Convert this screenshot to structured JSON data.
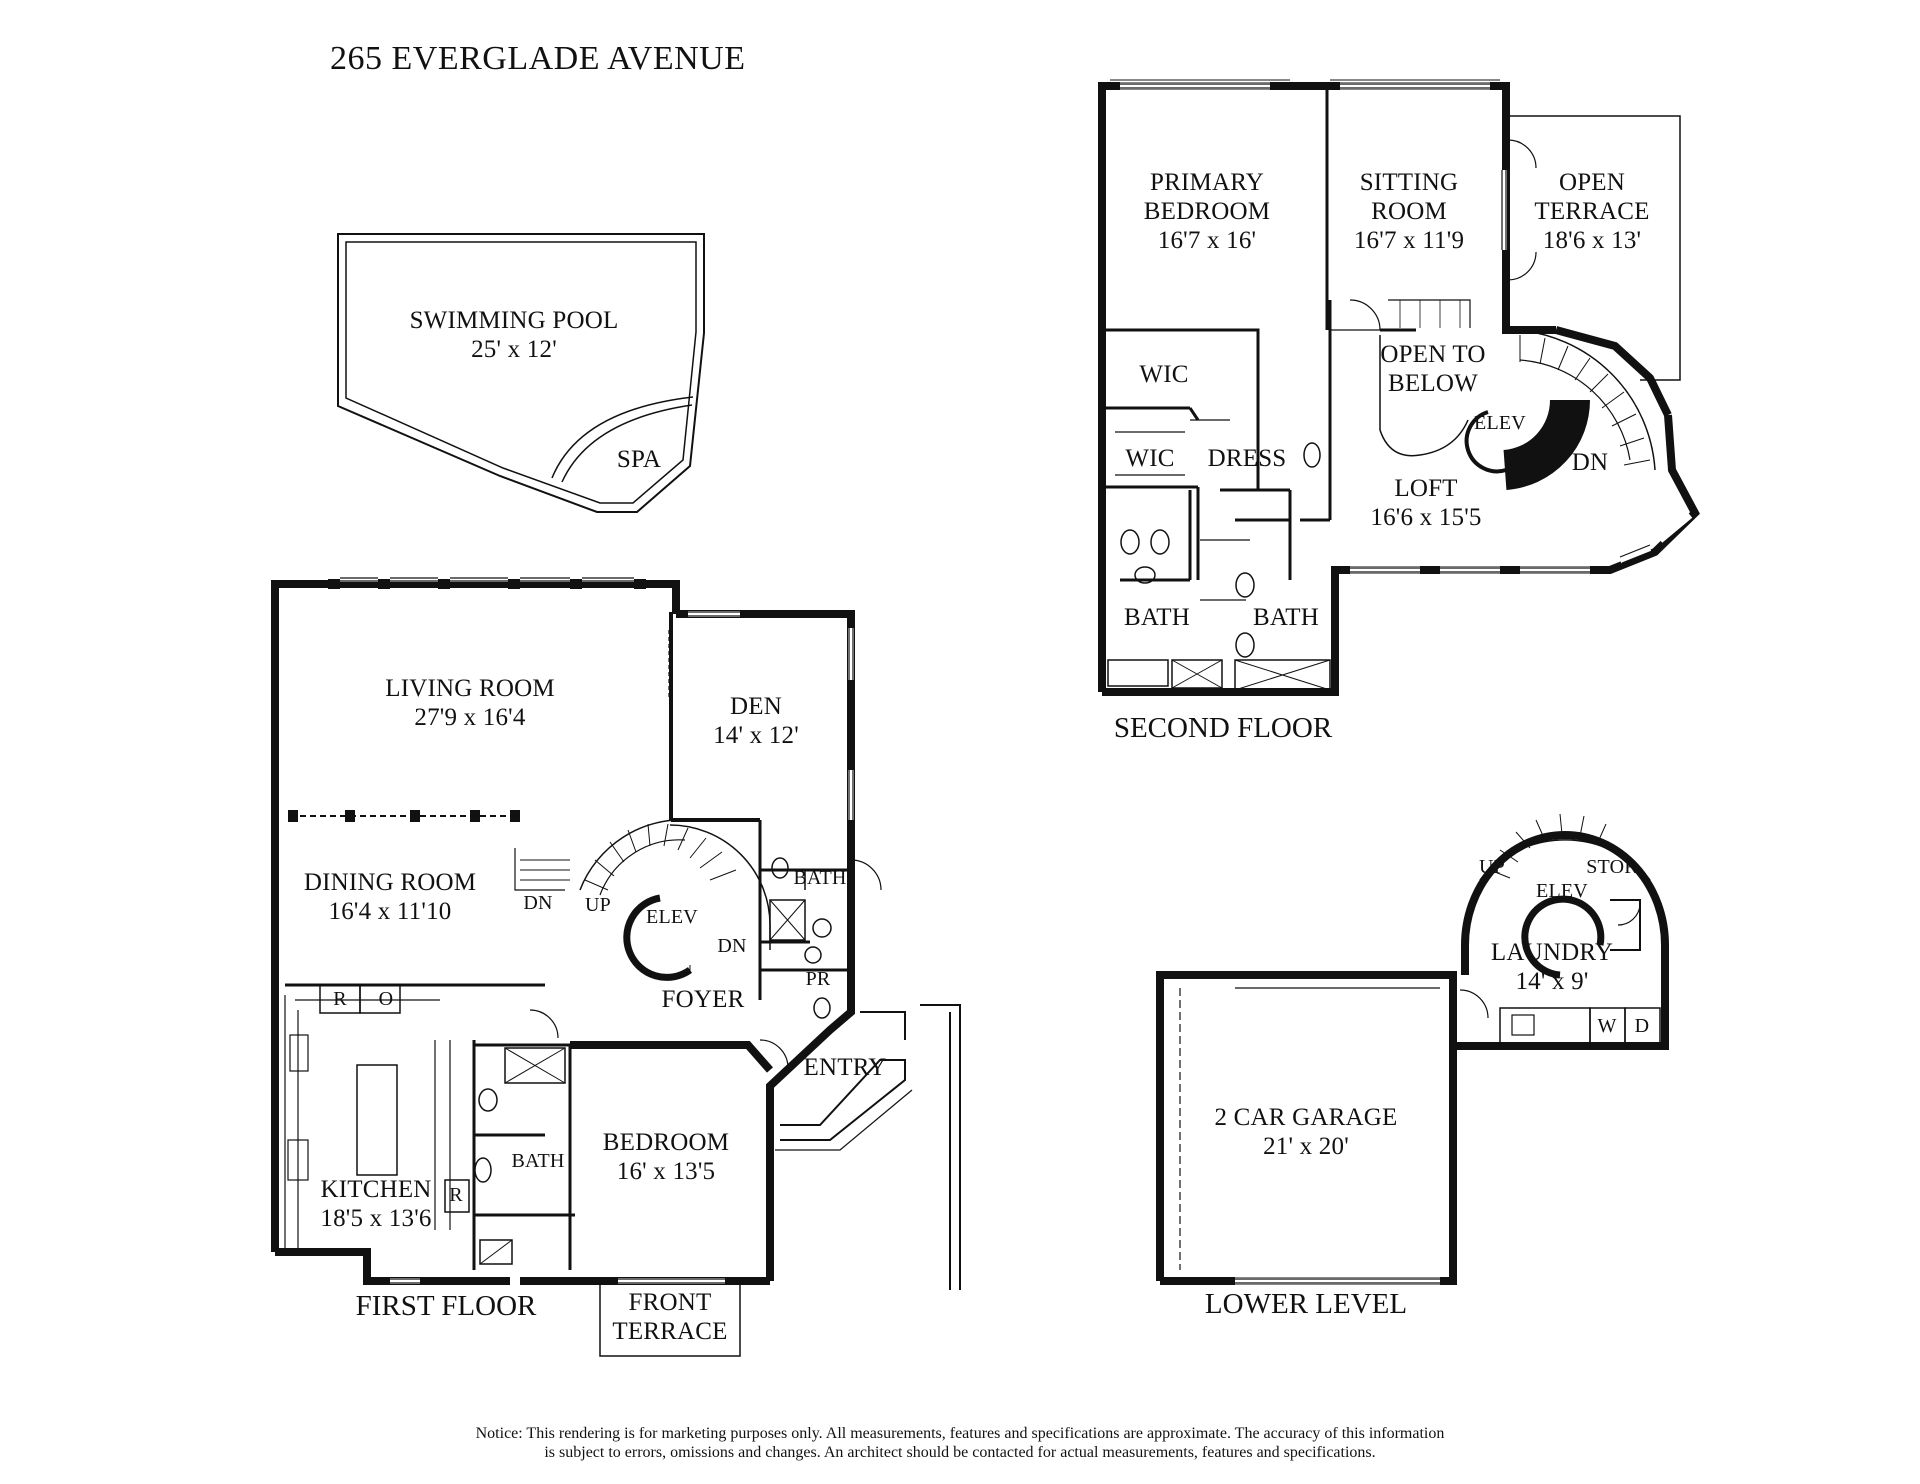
{
  "title": "265 EVERGLADE AVENUE",
  "floors": {
    "first": "FIRST FLOOR",
    "second": "SECOND FLOOR",
    "lower": "LOWER LEVEL"
  },
  "rooms": {
    "pool": {
      "name": "SWIMMING POOL",
      "dim": "25' x 12'"
    },
    "spa": {
      "name": "SPA"
    },
    "living": {
      "name": "LIVING ROOM",
      "dim": "27'9 x 16'4"
    },
    "den": {
      "name": "DEN",
      "dim": "14' x 12'"
    },
    "dining": {
      "name": "DINING ROOM",
      "dim": "16'4 x 11'10"
    },
    "foyer": {
      "name": "FOYER"
    },
    "entry": {
      "name": "ENTRY"
    },
    "bedroom": {
      "name": "BEDROOM",
      "dim": "16' x 13'5"
    },
    "kitchen": {
      "name": "KITCHEN",
      "dim": "18'5 x 13'6"
    },
    "front_terrace": {
      "name": "FRONT TERRACE",
      "line1": "FRONT",
      "line2": "TERRACE"
    },
    "bath1": {
      "name": "BATH"
    },
    "bath2": {
      "name": "BATH"
    },
    "pr": {
      "name": "PR"
    },
    "elev1": {
      "name": "ELEV"
    },
    "primary_bedroom": {
      "line1": "PRIMARY",
      "line2": "BEDROOM",
      "dim": "16'7 x 16'"
    },
    "sitting_room": {
      "line1": "SITTING",
      "line2": "ROOM",
      "dim": "16'7 x 11'9"
    },
    "open_terrace": {
      "line1": "OPEN",
      "line2": "TERRACE",
      "dim": "18'6 x 13'"
    },
    "open_to_below": {
      "line1": "OPEN TO",
      "line2": "BELOW"
    },
    "wic1": {
      "name": "WIC"
    },
    "wic2": {
      "name": "WIC"
    },
    "dress": {
      "name": "DRESS"
    },
    "loft": {
      "name": "LOFT",
      "dim": "16'6 x 15'5"
    },
    "bath3": {
      "name": "BATH"
    },
    "bath4": {
      "name": "BATH"
    },
    "elev2": {
      "name": "ELEV"
    },
    "garage": {
      "name": "2 CAR GARAGE",
      "dim": "21' x 20'"
    },
    "laundry": {
      "name": "LAUNDRY",
      "dim": "14' x 9'"
    },
    "elev3": {
      "name": "ELEV"
    },
    "stor": {
      "name": "STOR"
    }
  },
  "fixtures": {
    "r1": "R",
    "o": "O",
    "r2": "R",
    "w": "W",
    "d": "D",
    "up1": "UP",
    "dn1": "DN",
    "dn2": "DN",
    "dn3": "DN",
    "up2": "UP"
  },
  "notice": {
    "line1": "Notice: This rendering is for marketing purposes only. All measurements, features and specifications are approximate. The accuracy of this information",
    "line2": "is subject to errors, omissions and changes. An architect should be contacted for actual measurements, features and specifications."
  }
}
